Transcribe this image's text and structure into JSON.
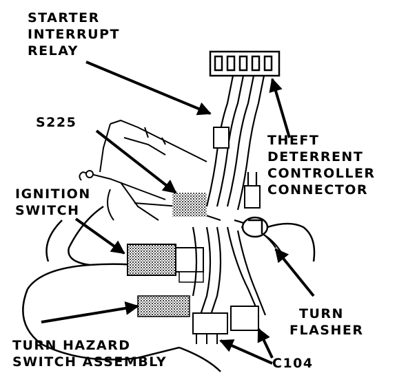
{
  "labels": {
    "starter_interrupt_relay": [
      "STARTER",
      "INTERRUPT",
      "RELAY"
    ],
    "s225": "S225",
    "theft_deterrent": [
      "THEFT",
      "DETERRENT",
      "CONTROLLER",
      "CONNECTOR"
    ],
    "ignition_switch": [
      "IGNITION",
      "SWITCH"
    ],
    "turn_flasher": [
      "TURN",
      "FLASHER"
    ],
    "turn_hazard": [
      "TURN HAZARD",
      "SWITCH ASSEMBLY"
    ],
    "c104": "C104"
  },
  "colors": {
    "ink": "#000000",
    "paper": "#ffffff",
    "shade": "#8a8a8a"
  }
}
